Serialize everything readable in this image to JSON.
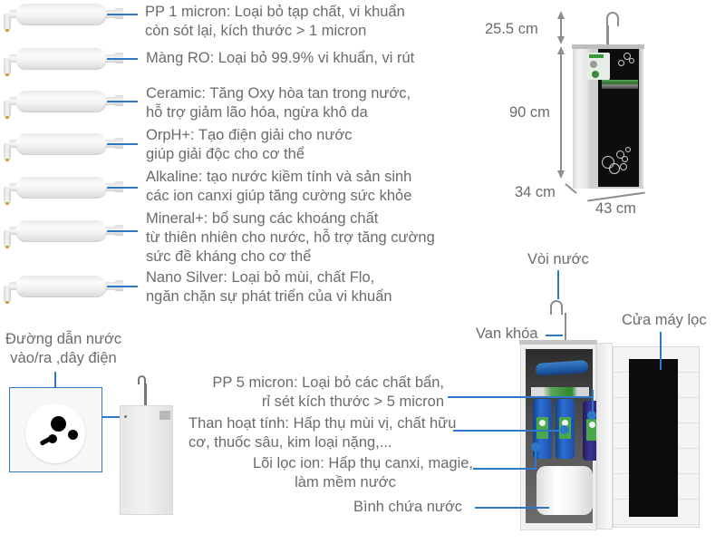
{
  "filters": [
    {
      "name": "PP 1 micron",
      "lines": [
        "PP 1 micron: Loại bỏ tạp chất, vi khuẩn",
        "còn sót lại, kích thước > 1 micron"
      ]
    },
    {
      "name": "Màng RO",
      "lines": [
        "Màng RO: Loại bỏ 99.9% vi khuẩn, vi rút"
      ]
    },
    {
      "name": "Ceramic",
      "lines": [
        "Ceramic: Tăng Oxy hòa tan trong nước,",
        "hỗ trợ giảm lão hóa, ngừa khô da"
      ]
    },
    {
      "name": "OrpH+",
      "lines": [
        "OrpH+: Tạo điện giải cho nước",
        "giúp giải độc cho cơ thể"
      ]
    },
    {
      "name": "Alkaline",
      "lines": [
        "Alkaline: tạo nước kiềm tính và sản sinh",
        "các ion canxi giúp tăng cường sức khỏe"
      ]
    },
    {
      "name": "Mineral+",
      "lines": [
        "Mineral+: bổ sung các khoáng chất",
        "từ thiên nhiên cho nước, hỗ trợ tăng cường",
        "sức đề kháng cho cơ thể"
      ]
    },
    {
      "name": "Nano Silver",
      "lines": [
        "Nano Silver: Loại bỏ mùi, chất Flo,",
        "ngăn chặn sự phát triển của vi khuẩn"
      ]
    }
  ],
  "dimensions": {
    "faucet_height": "25.5 cm",
    "body_height": "90 cm",
    "depth": "34 cm",
    "width": "43 cm"
  },
  "back_view": {
    "label_lines": [
      "Đường dẫn nước",
      "vào/ra ,dây điện"
    ]
  },
  "inside_view": {
    "faucet": "Vòi nước",
    "valve": "Van khóa",
    "door": "Cửa máy lọc",
    "pp5": [
      "PP 5 micron: Loại bỏ các chất bẩn,",
      "rỉ sét kích thước > 5 micron"
    ],
    "carbon": [
      "Than hoạt tính: Hấp thụ mùi vị, chất hữu",
      "cơ, thuốc sâu, kim loại nặng,..."
    ],
    "ion": [
      "Lõi lọc ion: Hấp thụ canxi, magie,",
      "làm mềm nước"
    ],
    "tank": "Bình chứa nước"
  },
  "colors": {
    "pointer_line": "#2f77c9",
    "text": "#6b6b6b",
    "dimension_arrow": "#8d8d8d"
  }
}
